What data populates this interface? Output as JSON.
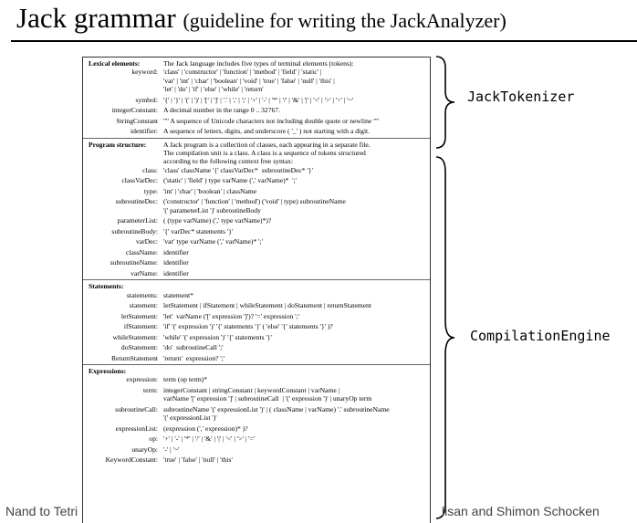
{
  "header": {
    "title": "Jack grammar",
    "subtitle": "(guideline for writing the JackAnalyzer)"
  },
  "grammar": {
    "lexical": {
      "title": "Lexical elements:",
      "intro": "The Jack language includes five types of terminal elements (tokens):",
      "rows": [
        {
          "lhs": "keyword:",
          "rhs": "'class' | 'constructor' | 'function' | 'method' | 'field' | 'static' |\n'var' | 'int' | 'char' | 'boolean' | 'void' | 'true' | 'false' | 'null' | 'this' |\n'let' | 'do' | 'if' | 'else' | 'while' | 'return'"
        },
        {
          "lhs": "symbol:",
          "rhs": "'{' | '}' | '(' | ')' | '[' | ']' | '.' | ',' | ';' | '+' | '-' | '*' | '/' | '&' | '|' | '<' | '>' | '=' | '~'"
        },
        {
          "lhs": "integerConstant:",
          "rhs": "A decimal number in the range 0 .. 32767."
        },
        {
          "lhs": "StringConstant",
          "rhs": "'\"' A sequence of Unicode characters not including double quote or newline '\"'"
        },
        {
          "lhs": "identifier:",
          "rhs": "A sequence of letters, digits, and underscore ( '_' ) not starting with a digit."
        }
      ]
    },
    "program": {
      "title": "Program structure:",
      "intro": "A Jack program is a collection of classes, each appearing in a separate file.\nThe compilation unit is a class. A class is a sequence of tokens structured\naccording to the following context free syntax:",
      "rows": [
        {
          "lhs": "class:",
          "rhs": "'class' className '{' classVarDec*  subroutineDec* '}'"
        },
        {
          "lhs": "classVarDec:",
          "rhs": "('static' | 'field' ) type varName (',' varName)*  ';'"
        },
        {
          "lhs": "type:",
          "rhs": "'int' | 'char' | 'boolean' | className"
        },
        {
          "lhs": "subroutineDec:",
          "rhs": "('constructor' | 'function' | 'method') ('void' | type) subroutineName\n'(' parameterList ')' subroutineBody"
        },
        {
          "lhs": "parameterList:",
          "rhs": "( (type varName) (',' type varName)*)?"
        },
        {
          "lhs": "subroutineBody:",
          "rhs": "'{' varDec* statements '}'"
        },
        {
          "lhs": "varDec:",
          "rhs": "'var' type varName (',' varName)* ';'"
        },
        {
          "lhs": "className:",
          "rhs": "identifier"
        },
        {
          "lhs": "subroutineName:",
          "rhs": "identifier"
        },
        {
          "lhs": "varName:",
          "rhs": "identifier"
        }
      ]
    },
    "statements": {
      "title": "Statements:",
      "rows": [
        {
          "lhs": "statements:",
          "rhs": "statement*"
        },
        {
          "lhs": "statement:",
          "rhs": "letStatement | ifStatement | whileStatement | doStatement | returnStatement"
        },
        {
          "lhs": "letStatement:",
          "rhs": "'let'  varName ('[' expression ']')? '=' expression ';'"
        },
        {
          "lhs": "ifStatement:",
          "rhs": "'if' '(' expression ')' '{' statements '}' ( 'else' '{' statements '}' )?"
        },
        {
          "lhs": "whileStatement:",
          "rhs": "'while' '(' expression ')' '{' statements '}'"
        },
        {
          "lhs": "doStatement:",
          "rhs": "'do'  subroutineCall ';'"
        },
        {
          "lhs": "ReturnStatement",
          "rhs": "'return'  expression? ';'"
        }
      ]
    },
    "expressions": {
      "title": "Expressions:",
      "rows": [
        {
          "lhs": "expression:",
          "rhs": "term (op term)*"
        },
        {
          "lhs": "term:",
          "rhs": "integerConstant | stringConstant | keywordConstant | varName |\nvarName '[' expression ']' | subroutineCall  | '(' expression ')' | unaryOp term"
        },
        {
          "lhs": "subroutineCall:",
          "rhs": "subroutineName '(' expressionList ')' | ( className | varName) '.' subroutineName\n'(' expressionList ')'"
        },
        {
          "lhs": "expressionList:",
          "rhs": "(expression (',' expression)* )?"
        },
        {
          "lhs": "op:",
          "rhs": "'+' | '-' | '*' | '/' | '&' | '|' | '<' | '>' | '='"
        },
        {
          "lhs": "unaryOp:",
          "rhs": "'-' | '~'"
        },
        {
          "lhs": "KeywordConstant:",
          "rhs": "'true' | 'false' | 'null' | 'this'"
        }
      ]
    }
  },
  "labels": {
    "tokenizer": "JackTokenizer",
    "engine": "CompilationEngine"
  },
  "footer": {
    "left": "Nand to Tetri",
    "right": "lisan and Shimon Schocken"
  }
}
